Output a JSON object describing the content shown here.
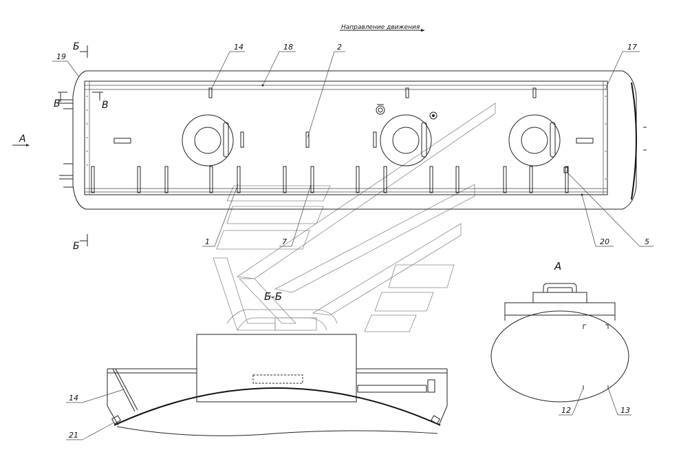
{
  "title": {
    "direction": "Направление движения"
  },
  "section_marks": {
    "b_top": "Б",
    "b_bottom": "Б",
    "v_left": "В",
    "v_right": "В",
    "a_arrow": "А"
  },
  "views": {
    "section_bb": "Б-Б",
    "view_a": "А"
  },
  "callouts": {
    "c1": "1",
    "c2": "2",
    "c5": "5",
    "c7": "7",
    "c12": "12",
    "c13": "13",
    "c14_top": "14",
    "c14_bottom": "14",
    "c17": "17",
    "c18": "18",
    "c19": "19",
    "c20": "20",
    "c21": "21"
  },
  "colors": {
    "line": "#222222",
    "watermark": "#888888"
  }
}
